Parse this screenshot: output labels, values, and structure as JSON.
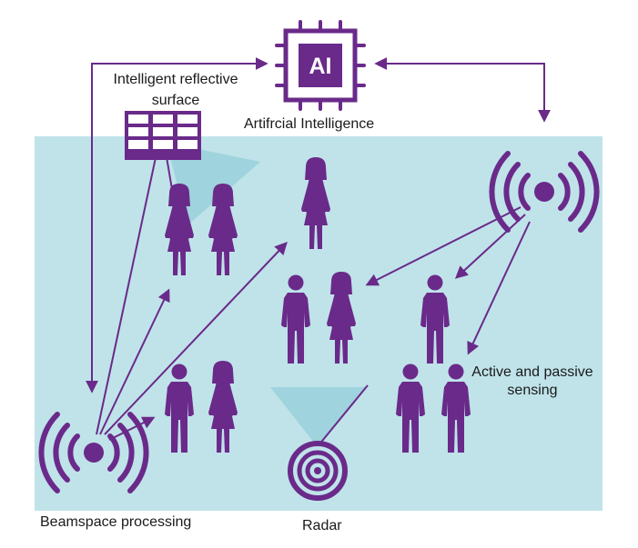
{
  "colors": {
    "area": "#bfe3e9",
    "accent": "#6a2a8a",
    "beam": "#9fd3dd",
    "text": "#1a1a1a",
    "background": "#ffffff"
  },
  "labels": {
    "irs": "Intelligent reflective surface",
    "ai": "Artifrcial Intelligence",
    "sensing": "Active and passive sensing",
    "beamspace": "Beamspace processing",
    "radar": "Radar"
  },
  "ai_chip": {
    "text": "AI",
    "icon": "ai-chip-icon"
  },
  "icons": {
    "irs": "reflective-surface-icon",
    "antenna_left": "antenna-icon",
    "antenna_right": "antenna-icon",
    "radar": "radar-icon",
    "person": "person-icon"
  },
  "people": [
    {
      "sex": "female"
    },
    {
      "sex": "female"
    },
    {
      "sex": "female"
    },
    {
      "sex": "male"
    },
    {
      "sex": "female"
    },
    {
      "sex": "male"
    },
    {
      "sex": "male"
    },
    {
      "sex": "female"
    },
    {
      "sex": "male"
    },
    {
      "sex": "male"
    }
  ]
}
